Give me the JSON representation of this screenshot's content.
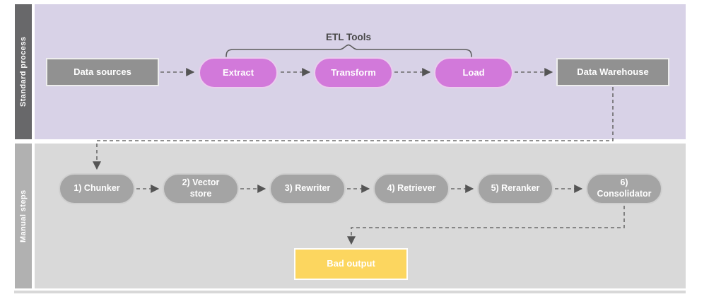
{
  "lanes": [
    {
      "label": "Standard process"
    },
    {
      "label": "Manual steps"
    }
  ],
  "bracket_label": "ETL Tools",
  "nodes": {
    "data_sources": "Data sources",
    "extract": "Extract",
    "transform": "Transform",
    "load": "Load",
    "data_warehouse": "Data Warehouse",
    "chunker": "1) Chunker",
    "vector_store": "2) Vector store",
    "rewriter": "3) Rewriter",
    "retriever": "4) Retriever",
    "reranker": "5) Reranker",
    "consolidator": "6) Consolidator",
    "bad_output": "Bad output"
  },
  "colors": {
    "lane1_bar": "#68686a",
    "lane1_body": "#d8d2e7",
    "lane2_bar": "#b1b1b1",
    "lane2_body": "#d9d9d9",
    "process_box": "#919191",
    "etl_pill": "#d279da",
    "step_pill": "#a4a4a4",
    "bad_output_box": "#fcd65f",
    "connector": "#6a6a6a",
    "node_text": "#ffffff"
  }
}
